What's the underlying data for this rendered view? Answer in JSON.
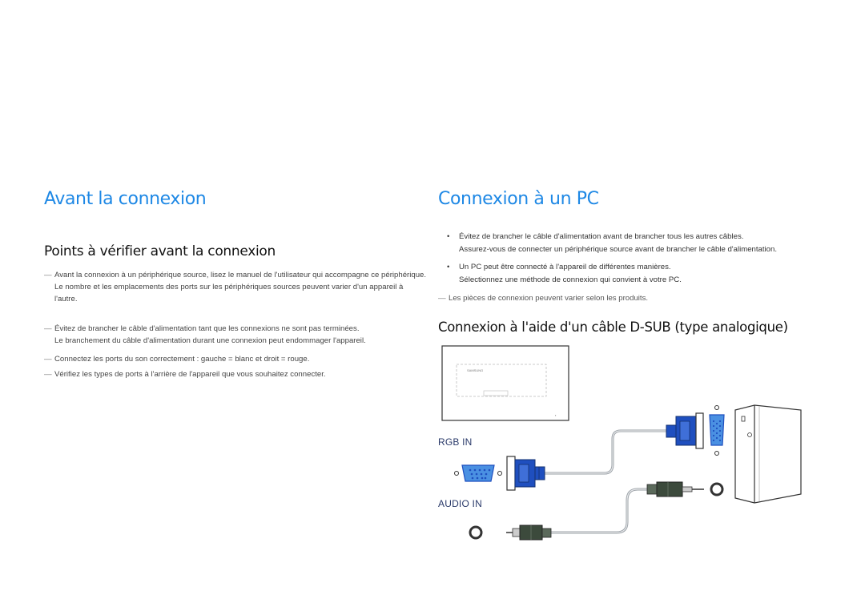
{
  "left": {
    "title": "Avant la connexion",
    "subtitle": "Points à vérifier avant la connexion",
    "notes": [
      {
        "dash": "—",
        "lines": [
          "Avant la connexion à un périphérique source, lisez le manuel de l'utilisateur qui accompagne ce périphérique.",
          "Le nombre et les emplacements des ports sur les périphériques sources peuvent varier d'un appareil à l'autre."
        ]
      },
      {
        "dash": "—",
        "lines": [
          "Évitez de brancher le câble d'alimentation tant que les connexions ne sont pas terminées.",
          "Le branchement du câble d'alimentation durant une connexion peut endommager l'appareil."
        ]
      },
      {
        "dash": "—",
        "lines": [
          "Connectez les ports du son correctement : gauche = blanc et droit = rouge."
        ]
      },
      {
        "dash": "—",
        "lines": [
          "Vérifiez les types de ports à l'arrière de l'appareil que vous souhaitez connecter."
        ]
      }
    ]
  },
  "right": {
    "title": "Connexion à un PC",
    "bullets": [
      {
        "dot": "•",
        "lines": [
          "Évitez de brancher le câble d'alimentation avant de brancher tous les autres câbles.",
          "Assurez-vous de connecter un périphérique source avant de brancher le câble d'alimentation."
        ]
      },
      {
        "dot": "•",
        "lines": [
          "Un PC peut être connecté à l'appareil de différentes manières.",
          "Sélectionnez une méthode de connexion qui convient à votre PC."
        ]
      }
    ],
    "note": {
      "dash": "—",
      "text": "Les pièces de connexion peuvent varier selon les produits."
    },
    "section_title": "Connexion à l'aide d'un câble D-SUB (type analogique)",
    "diagram": {
      "monitor_brand": "SAMSUNG",
      "rgb_label": "RGB IN",
      "audio_label": "AUDIO IN",
      "colors": {
        "connector_blue": "#1f4fbf",
        "port_blue": "#4a90e2",
        "cable_gray": "#9aa0a6",
        "plug_dark": "#3c4a3c"
      }
    }
  }
}
